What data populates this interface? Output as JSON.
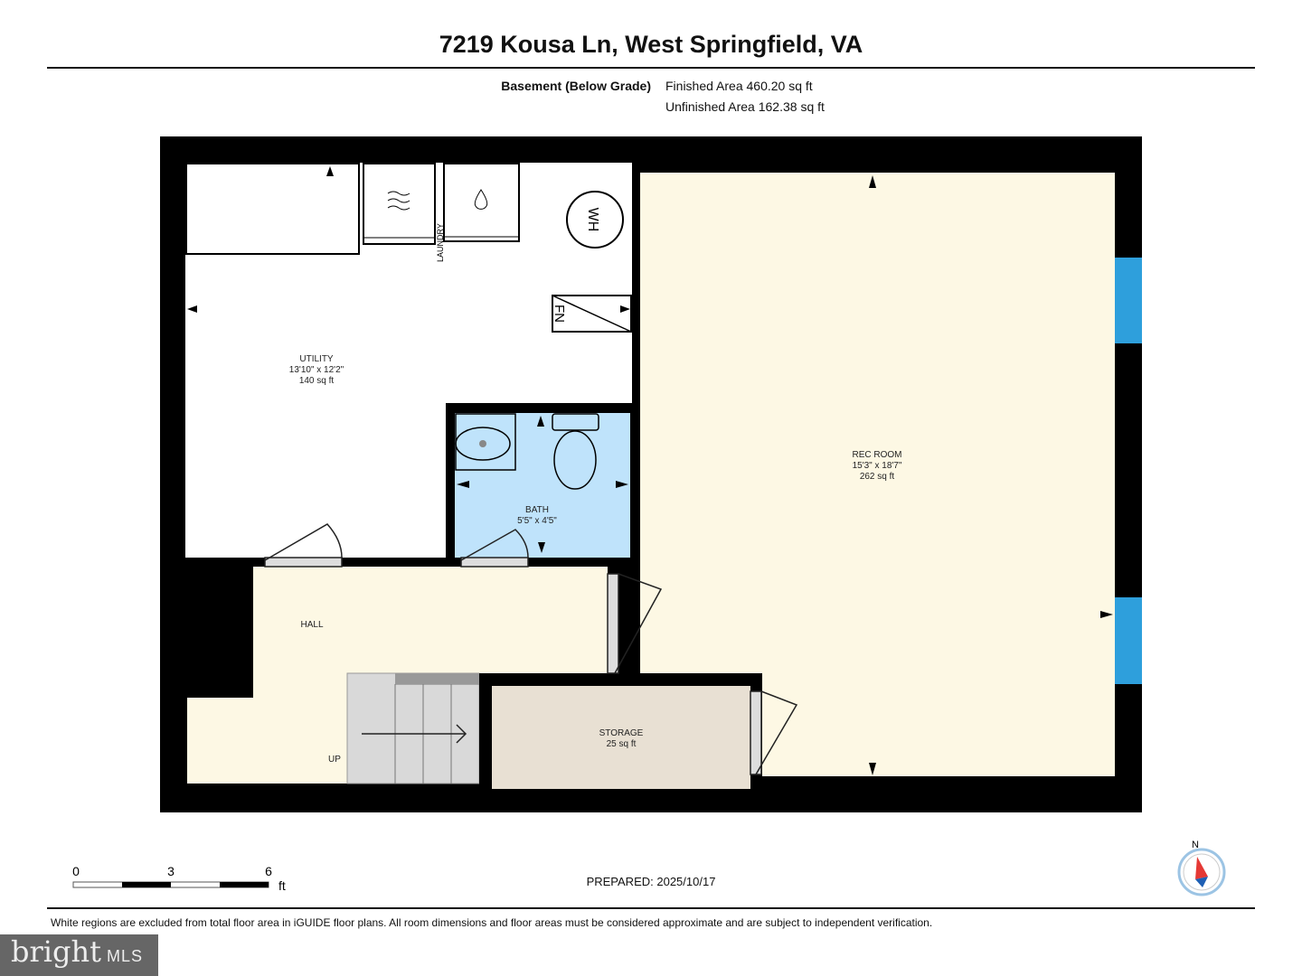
{
  "header": {
    "title": "7219 Kousa Ln, West Springfield, VA",
    "level": "Basement (Below Grade)",
    "finished_area": "Finished Area 460.20 sq ft",
    "unfinished_area": "Unfinished Area 162.38 sq ft"
  },
  "rooms": {
    "utility": {
      "name": "UTILITY",
      "dims": "13'10\" x 12'2\"",
      "area": "140 sq ft"
    },
    "bath": {
      "name": "BATH",
      "dims": "5'5\" x 4'5\""
    },
    "rec": {
      "name": "REC ROOM",
      "dims": "15'3\" x 18'7\"",
      "area": "262 sq ft"
    },
    "hall": {
      "name": "HALL"
    },
    "storage": {
      "name": "STORAGE",
      "area": "25 sq ft"
    },
    "laundry": "LAUNDRY",
    "wh": "WH",
    "fn": "FN",
    "stairs": "UP"
  },
  "colors": {
    "finished": "#fdf8e4",
    "bath": "#bfe3fb",
    "storage": "#e8e0d3",
    "stairs": "#d9d9d9",
    "window": "#2e9fdc"
  },
  "scale": {
    "ticks": [
      "0",
      "3",
      "6"
    ],
    "unit": "ft"
  },
  "compass": "N",
  "footer": {
    "prepared": "PREPARED: 2025/10/17",
    "disclaimer": "White regions are excluded from total floor area in iGUIDE floor plans. All room dimensions and floor areas must be considered approximate and are subject to independent verification."
  },
  "watermark": {
    "brand": "bright",
    "suffix": "MLS"
  }
}
